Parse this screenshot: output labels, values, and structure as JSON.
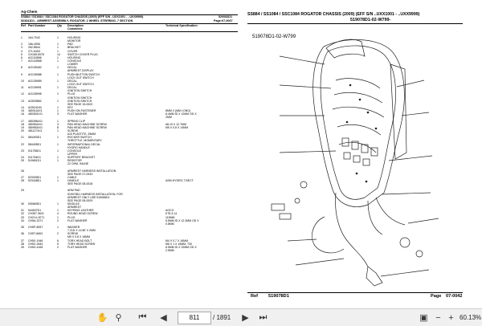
{
  "document": {
    "brand": "Ag-Chem",
    "header_title": "SS884 / SS1084 / SSC1084  ROGATOR CHASSIS (2009) (EFF S/N ..UXX1001 - ..UXX9999)",
    "header_code": "520082D1",
    "header_title_right": "SS884 / SS1084 / SSC1084  ROGATOR CHASSIS (2009) (EFF S/N ..UXX1001 - ..UXX9999)",
    "subheader": "523341D1 - ARMREST ASSEMBLY, ROGATOR, 2 WHEEL STEERING, 7 SECTION",
    "subheader_page": "Page:07-0067",
    "diagram_ref_top": "519078D1-02-W799-",
    "diagram_ref_label": "519078D1-02-W799",
    "columns": {
      "ref": "Ref",
      "part": "Part Number",
      "qty": "Qty",
      "desc": "Description",
      "comments": "Comments",
      "spec": "Technical Specification"
    },
    "footer_ref_label": "Ref",
    "footer_ref": "519078D1",
    "footer_page_label": "Page",
    "footer_page": "07-0042"
  },
  "rows": [
    {
      "ref": "1",
      "part": "164-7042",
      "qty": "1",
      "desc": "HOUSING",
      "spec": ""
    },
    {
      "ref": "",
      "part": "",
      "qty": "",
      "desc": "MONITOR",
      "spec": ""
    },
    {
      "ref": "2",
      "part": "166-4906",
      "qty": "1",
      "desc": "PAD",
      "spec": ""
    },
    {
      "ref": "3",
      "part": "262-8844",
      "qty": "1",
      "desc": "BRACKET",
      "spec": ""
    },
    {
      "ref": "4",
      "part": "271-6403",
      "qty": "1",
      "desc": "COVER",
      "spec": ""
    },
    {
      "ref": "5",
      "part": "CH165-5976",
      "qty": "14",
      "desc": "SWITCH COVER PLUG",
      "spec": ""
    },
    {
      "ref": "6",
      "part": "AG134566",
      "qty": "1",
      "desc": "HOUSING",
      "spec": ""
    },
    {
      "ref": "7",
      "part": "AG134568",
      "qty": "1",
      "desc": "CONSOLE",
      "spec": ""
    },
    {
      "ref": "",
      "part": "",
      "qty": "",
      "desc": "LOWER",
      "spec": ""
    },
    {
      "ref": "8",
      "part": "AG135462",
      "qty": "1",
      "desc": "DECAL",
      "spec": ""
    },
    {
      "ref": "",
      "part": "",
      "qty": "",
      "desc": "ARMREST DISPLAY",
      "spec": ""
    },
    {
      "ref": "9",
      "part": "AG135988",
      "qty": "1",
      "desc": "PUSH-BUTTON SWITCH",
      "spec": ""
    },
    {
      "ref": "",
      "part": "",
      "qty": "",
      "desc": "LOCK OUT SWITCH",
      "spec": ""
    },
    {
      "ref": "10",
      "part": "AG135989",
      "qty": "1",
      "desc": "DECAL",
      "spec": ""
    },
    {
      "ref": "",
      "part": "",
      "qty": "",
      "desc": "LOCK OUT SWITCH",
      "spec": ""
    },
    {
      "ref": "11",
      "part": "AG135991",
      "qty": "1",
      "desc": "DECAL",
      "spec": ""
    },
    {
      "ref": "",
      "part": "",
      "qty": "",
      "desc": "IGNITION SWITCH",
      "spec": ""
    },
    {
      "ref": "12",
      "part": "AG135995",
      "qty": "1",
      "desc": "PLUG",
      "spec": ""
    },
    {
      "ref": "",
      "part": "",
      "qty": "",
      "desc": "IGNITION SWITCH",
      "spec": ""
    },
    {
      "ref": "13",
      "part": "AG525862",
      "qty": "1",
      "desc": "IGNITION SWITCH",
      "spec": ""
    },
    {
      "ref": "",
      "part": "",
      "qty": "",
      "desc": "SEE PAGE 15-0002",
      "spec": ""
    },
    {
      "ref": "14",
      "part": "AG524244",
      "qty": "1",
      "desc": "KEY",
      "spec": ""
    },
    {
      "ref": "15",
      "part": "4800116X1",
      "qty": "1",
      "desc": "PUSH ON FASTENER",
      "spec": "8MM X (MM LONG)"
    },
    {
      "ref": "16",
      "part": "4803531X1",
      "qty": "3",
      "desc": "FLAT WASHER",
      "spec": "8.4MM ID X 12MM OD X"
    },
    {
      "ref": "",
      "part": "",
      "qty": "",
      "desc": "",
      "spec": "2MM"
    },
    {
      "ref": "17",
      "part": "4802864X1",
      "qty": "1",
      "desc": "SPRING CLIP",
      "spec": ""
    },
    {
      "ref": "18",
      "part": "4809544X1",
      "qty": "3",
      "desc": "PAN HEAD MACHINE SCREW",
      "spec": "#8-19 X 12.7MM"
    },
    {
      "ref": "19",
      "part": "4809834X1",
      "qty": "8",
      "desc": "PAN HEAD MACHINE SCREW",
      "spec": "M5 X 0.8 X 14MM"
    },
    {
      "ref": "20",
      "part": "4811274X1",
      "qty": "1",
      "desc": "SCREW",
      "spec": ""
    },
    {
      "ref": "",
      "part": "",
      "qty": "",
      "desc": "#10 PLASTITE, 25MM",
      "spec": ""
    },
    {
      "ref": "21",
      "part": "584493D1",
      "qty": "1",
      "desc": "ROCKER SWITCH",
      "spec": ""
    },
    {
      "ref": "",
      "part": "",
      "qty": "",
      "desc": "THROTTLE, MOMENTARY",
      "spec": ""
    },
    {
      "ref": "22",
      "part": "584495D1",
      "qty": "1",
      "desc": "INFORMATIONAL DECAL",
      "spec": ""
    },
    {
      "ref": "",
      "part": "",
      "qty": "",
      "desc": "HYDRO HANDLE",
      "spec": ""
    },
    {
      "ref": "23",
      "part": "511756D1",
      "qty": "1",
      "desc": "CONSOLE",
      "spec": ""
    },
    {
      "ref": "",
      "part": "",
      "qty": "",
      "desc": "UPPER",
      "spec": ""
    },
    {
      "ref": "24",
      "part": "511764D1",
      "qty": "1",
      "desc": "SUPPORT BRACKET",
      "spec": ""
    },
    {
      "ref": "25",
      "part": "519651D1",
      "qty": "1",
      "desc": "RESISTOR",
      "spec": ""
    },
    {
      "ref": "",
      "part": "",
      "qty": "",
      "desc": "22 OHM, INLINE",
      "spec": ""
    },
    {
      "ref": "",
      "part": "",
      "qty": "",
      "desc": "",
      "spec": ""
    },
    {
      "ref": "26",
      "part": "",
      "qty": "",
      "desc": "ARMREST HARNESS INSTALLATION",
      "spec": ""
    },
    {
      "ref": "",
      "part": "",
      "qty": "",
      "desc": "SEE PAGE 07-0043",
      "spec": ""
    },
    {
      "ref": "27",
      "part": "523339D1",
      "qty": "1",
      "desc": "CABLE",
      "spec": ""
    },
    {
      "ref": "28",
      "part": "523448D1",
      "qty": "1",
      "desc": "HANDLE",
      "spec": "ASM-HYDRO,T BECT"
    },
    {
      "ref": "",
      "part": "",
      "qty": "",
      "desc": "SEE PAGE 08-0018",
      "spec": ""
    },
    {
      "ref": "",
      "part": "",
      "qty": "",
      "desc": "",
      "spec": ""
    },
    {
      "ref": "29",
      "part": "",
      "qty": "",
      "desc": "ARM PAD",
      "spec": ""
    },
    {
      "ref": "",
      "part": "",
      "qty": "",
      "desc": "519078D1 HARNESS INSTALLATION, FOR",
      "spec": ""
    },
    {
      "ref": "",
      "part": "",
      "qty": "",
      "desc": "ARMREST ONLY USE 519068D1",
      "spec": ""
    },
    {
      "ref": "",
      "part": "",
      "qty": "",
      "desc": "SEE PAGE 08-0029",
      "spec": ""
    },
    {
      "ref": "30",
      "part": "539669D1",
      "qty": "1",
      "desc": "MODULE",
      "spec": ""
    },
    {
      "ref": "",
      "part": "",
      "qty": "",
      "desc": "ARMREST",
      "spec": ""
    },
    {
      "ref": "31",
      "part": "544537D1",
      "qty": "1",
      "desc": "KEYRING LEATHER",
      "spec": "AGCO"
    },
    {
      "ref": "32",
      "part": "CH357-3621",
      "qty": "4",
      "desc": "ROUND HEAD SCREW",
      "spec": "K78-3.14"
    },
    {
      "ref": "33",
      "part": "CH214-1E71",
      "qty": "1",
      "desc": "PLUG",
      "spec": "115MM"
    },
    {
      "ref": "34",
      "part": "CH5A-3271",
      "qty": "2",
      "desc": "FLAT WASHER",
      "spec": "5.5MM ID X 12.3MM OD X"
    },
    {
      "ref": "",
      "part": "",
      "qty": "",
      "desc": "",
      "spec": "0.8MM"
    },
    {
      "ref": "35",
      "part": "CH5P-8537",
      "qty": "1",
      "desc": "WASHER",
      "spec": ""
    },
    {
      "ref": "",
      "part": "",
      "qty": "",
      "desc": "7.21D X 14.5E X 2MM",
      "spec": ""
    },
    {
      "ref": "36",
      "part": "CH5T-6663",
      "qty": "2",
      "desc": "SCREW",
      "spec": ""
    },
    {
      "ref": "",
      "part": "",
      "qty": "",
      "desc": "M5 X 0.8 X 16MM",
      "spec": ""
    },
    {
      "ref": "37",
      "part": "CH5X-1946",
      "qty": "6",
      "desc": "TORX HEAD BOLT",
      "spec": "M4 X 0.7 X 16MM"
    },
    {
      "ref": "38",
      "part": "CH5X-2644",
      "qty": "5",
      "desc": "TORX HEAD SCREW",
      "spec": "M6 X 1 X 16MM, T30"
    },
    {
      "ref": "39",
      "part": "CH5X-4165",
      "qty": "2",
      "desc": "FLAT WASHER",
      "spec": "6.5MM ID X 22MM OD X"
    },
    {
      "ref": "",
      "part": "",
      "qty": "",
      "desc": "",
      "spec": "2.5MM"
    }
  ],
  "toolbar": {
    "current_page": "811",
    "total_pages": "/ 1891",
    "zoom": "60.13%",
    "icons": [
      "hand-icon",
      "zoom-select-icon",
      "first-page-icon",
      "prev-page-icon",
      "next-page-icon",
      "last-page-icon",
      "fit-page-icon",
      "zoom-out-icon",
      "zoom-in-icon"
    ]
  }
}
